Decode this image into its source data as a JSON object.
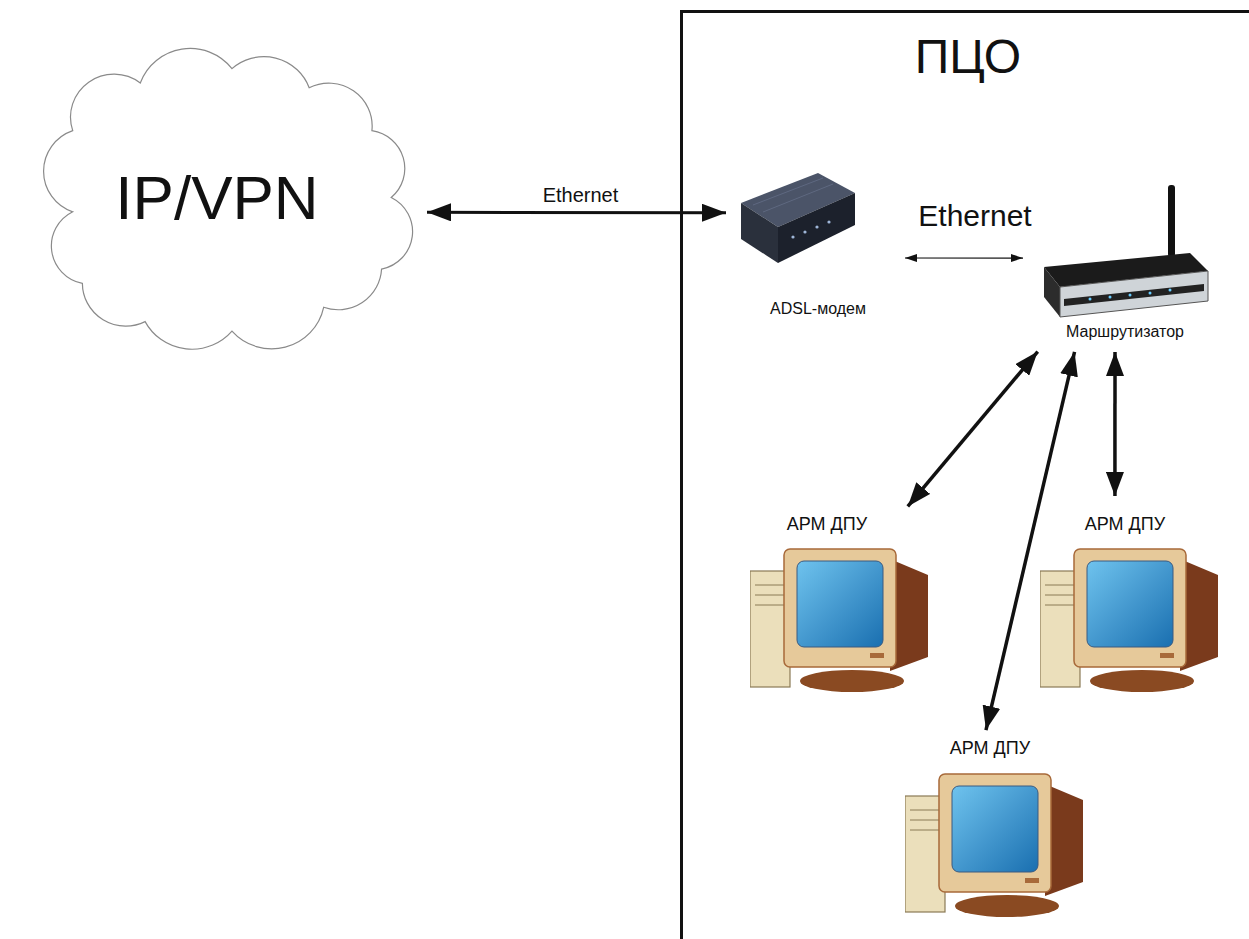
{
  "diagram": {
    "nodes": [
      {
        "text": [
          "IP/VPN"
        ]
      },
      {
        "text": [
          "ПЦО"
        ]
      },
      {
        "text": [
          "ADSL-модем"
        ],
        "in": 1
      },
      {
        "text": [
          "Маршрутизатор"
        ],
        "in": 1
      },
      {
        "text": [
          "АРМ ДПУ"
        ],
        "in": 1
      },
      {
        "text": [
          "АРМ ДПУ"
        ],
        "in": 1
      },
      {
        "text": [
          "АРМ ДПУ"
        ],
        "in": 1
      }
    ],
    "edges": [
      {
        "from": 0,
        "to": 2,
        "label": "Ethernet",
        "arrow": "both"
      },
      {
        "from": 2,
        "to": 3,
        "label": "Ethernet",
        "arrow": "both"
      },
      {
        "from": 3,
        "to": 4,
        "arrow": "both"
      },
      {
        "from": 3,
        "to": 5,
        "arrow": "both"
      },
      {
        "from": 3,
        "to": 6,
        "arrow": "both"
      }
    ]
  }
}
